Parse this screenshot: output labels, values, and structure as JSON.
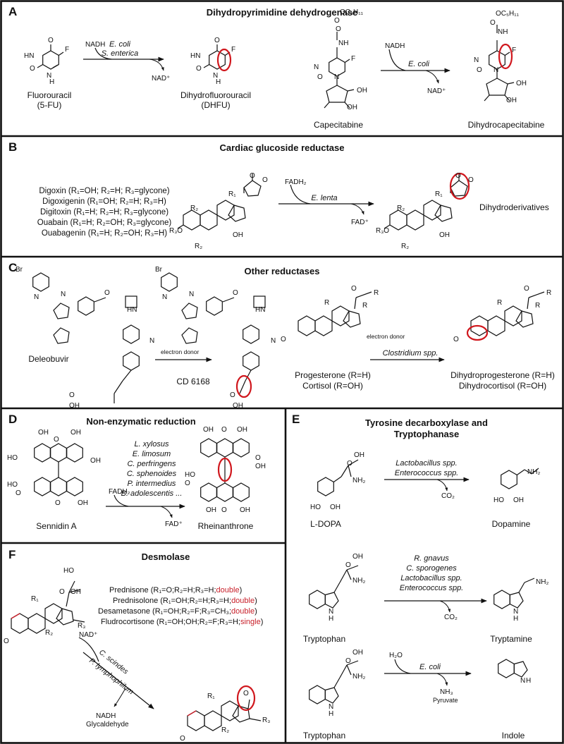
{
  "panels": {
    "A": {
      "letter": "A",
      "title": "Dihydropyrimidine dehydrogenase",
      "r1_reactant": [
        "Fluorouracil",
        "(5-FU)"
      ],
      "r1_product": [
        "Dihydrofluorouracil",
        "(DHFU)"
      ],
      "r1_org1": "E. coli",
      "r1_org2": "S. enterica",
      "r1_in": "NADH",
      "r1_out": "NAD⁺",
      "r2_reactant": "Capecitabine",
      "r2_product": "Dihydrocapecitabine",
      "r2_org": "E. coli",
      "r2_in": "NADH",
      "r2_out": "NAD⁺"
    },
    "B": {
      "letter": "B",
      "title": "Cardiac glucoside reductase",
      "list": [
        "Digoxin (R₁=OH; R₂=H; R₃=glycone)",
        "Digoxigenin (R₁=OH; R₂=H; R₃=H)",
        "Digitoxin (R₁=H; R₂=H; R₃=glycone)",
        "Ouabain (R₁=H; R₂=OH; R₃=glycone)",
        "Ouabagenin (R₁=H; R₂=OH; R₃=H)"
      ],
      "cofactor_in": "FADH₂",
      "cofactor_out": "FAD⁺",
      "org": "E. lenta",
      "product": "Dihydroderivatives"
    },
    "C": {
      "letter": "C",
      "title": "Other reductases",
      "r1_reactant": "Deleobuvir",
      "r1_product": "CD 6168",
      "r1_donor": "electron donor",
      "r2_reactant": [
        "Progesterone (R=H)",
        "Cortisol (R=OH)"
      ],
      "r2_product": [
        "Dihydroprogesterone (R=H)",
        "Dihydrocortisol (R=OH)"
      ],
      "r2_donor": "electron donor",
      "r2_org": "Clostridium spp."
    },
    "D": {
      "letter": "D",
      "title": "Non-enzymatic reduction",
      "orgs": [
        "L. xylosus",
        "E. limosum",
        "C. perfringens",
        "C. sphenoides",
        "P. intermedius",
        "B. adolescentis ..."
      ],
      "cofactor_in": "FADH₂",
      "cofactor_out": "FAD⁺",
      "reactant": "Sennidin A",
      "product": "Rheinanthrone"
    },
    "E": {
      "letter": "E",
      "title": [
        "Tyrosine decarboxylase and",
        "Tryptophanase"
      ],
      "r1_reactant": "L-DOPA",
      "r1_product": "Dopamine",
      "r1_orgs": [
        "Lactobacillus spp.",
        "Enterococcus spp."
      ],
      "r1_out": "CO₂",
      "r2_reactant": "Tryptophan",
      "r2_product": "Tryptamine",
      "r2_orgs": [
        "R. gnavus",
        "C. sporogenes",
        "Lactobacillus spp.",
        "Enterococcus spp."
      ],
      "r2_out": "CO₂",
      "r3_reactant": "Tryptophan",
      "r3_product": "Indole",
      "r3_org": "E. coli",
      "r3_in": "H₂O",
      "r3_out1": "NH₃",
      "r3_out2": "Pyruvate"
    },
    "F": {
      "letter": "F",
      "title": "Desmolase",
      "list": [
        {
          "text": "Prednisone (R₁=O;R₂=H;R₃=H;",
          "tag": "double",
          "end": ")"
        },
        {
          "text": "Prednisolone (R₁=OH;R₂=H;R₃=H;",
          "tag": "double",
          "end": ")"
        },
        {
          "text": "Desametasone (R₁=OH;R₂=F;R₃=CH₃;",
          "tag": "double",
          "end": ")"
        },
        {
          "text": "Fludrocortisone (R₁=OH;OH;R₂=F;R₃=H;",
          "tag": "single",
          "end": ")"
        }
      ],
      "cofactor_in": "NAD⁺",
      "orgs": [
        "C. scindes",
        "P. lymphophilum"
      ],
      "out1": "NADH",
      "out2": "Glycaldehyde"
    }
  },
  "colors": {
    "highlight": "#d0171d",
    "frame": "#111111"
  }
}
